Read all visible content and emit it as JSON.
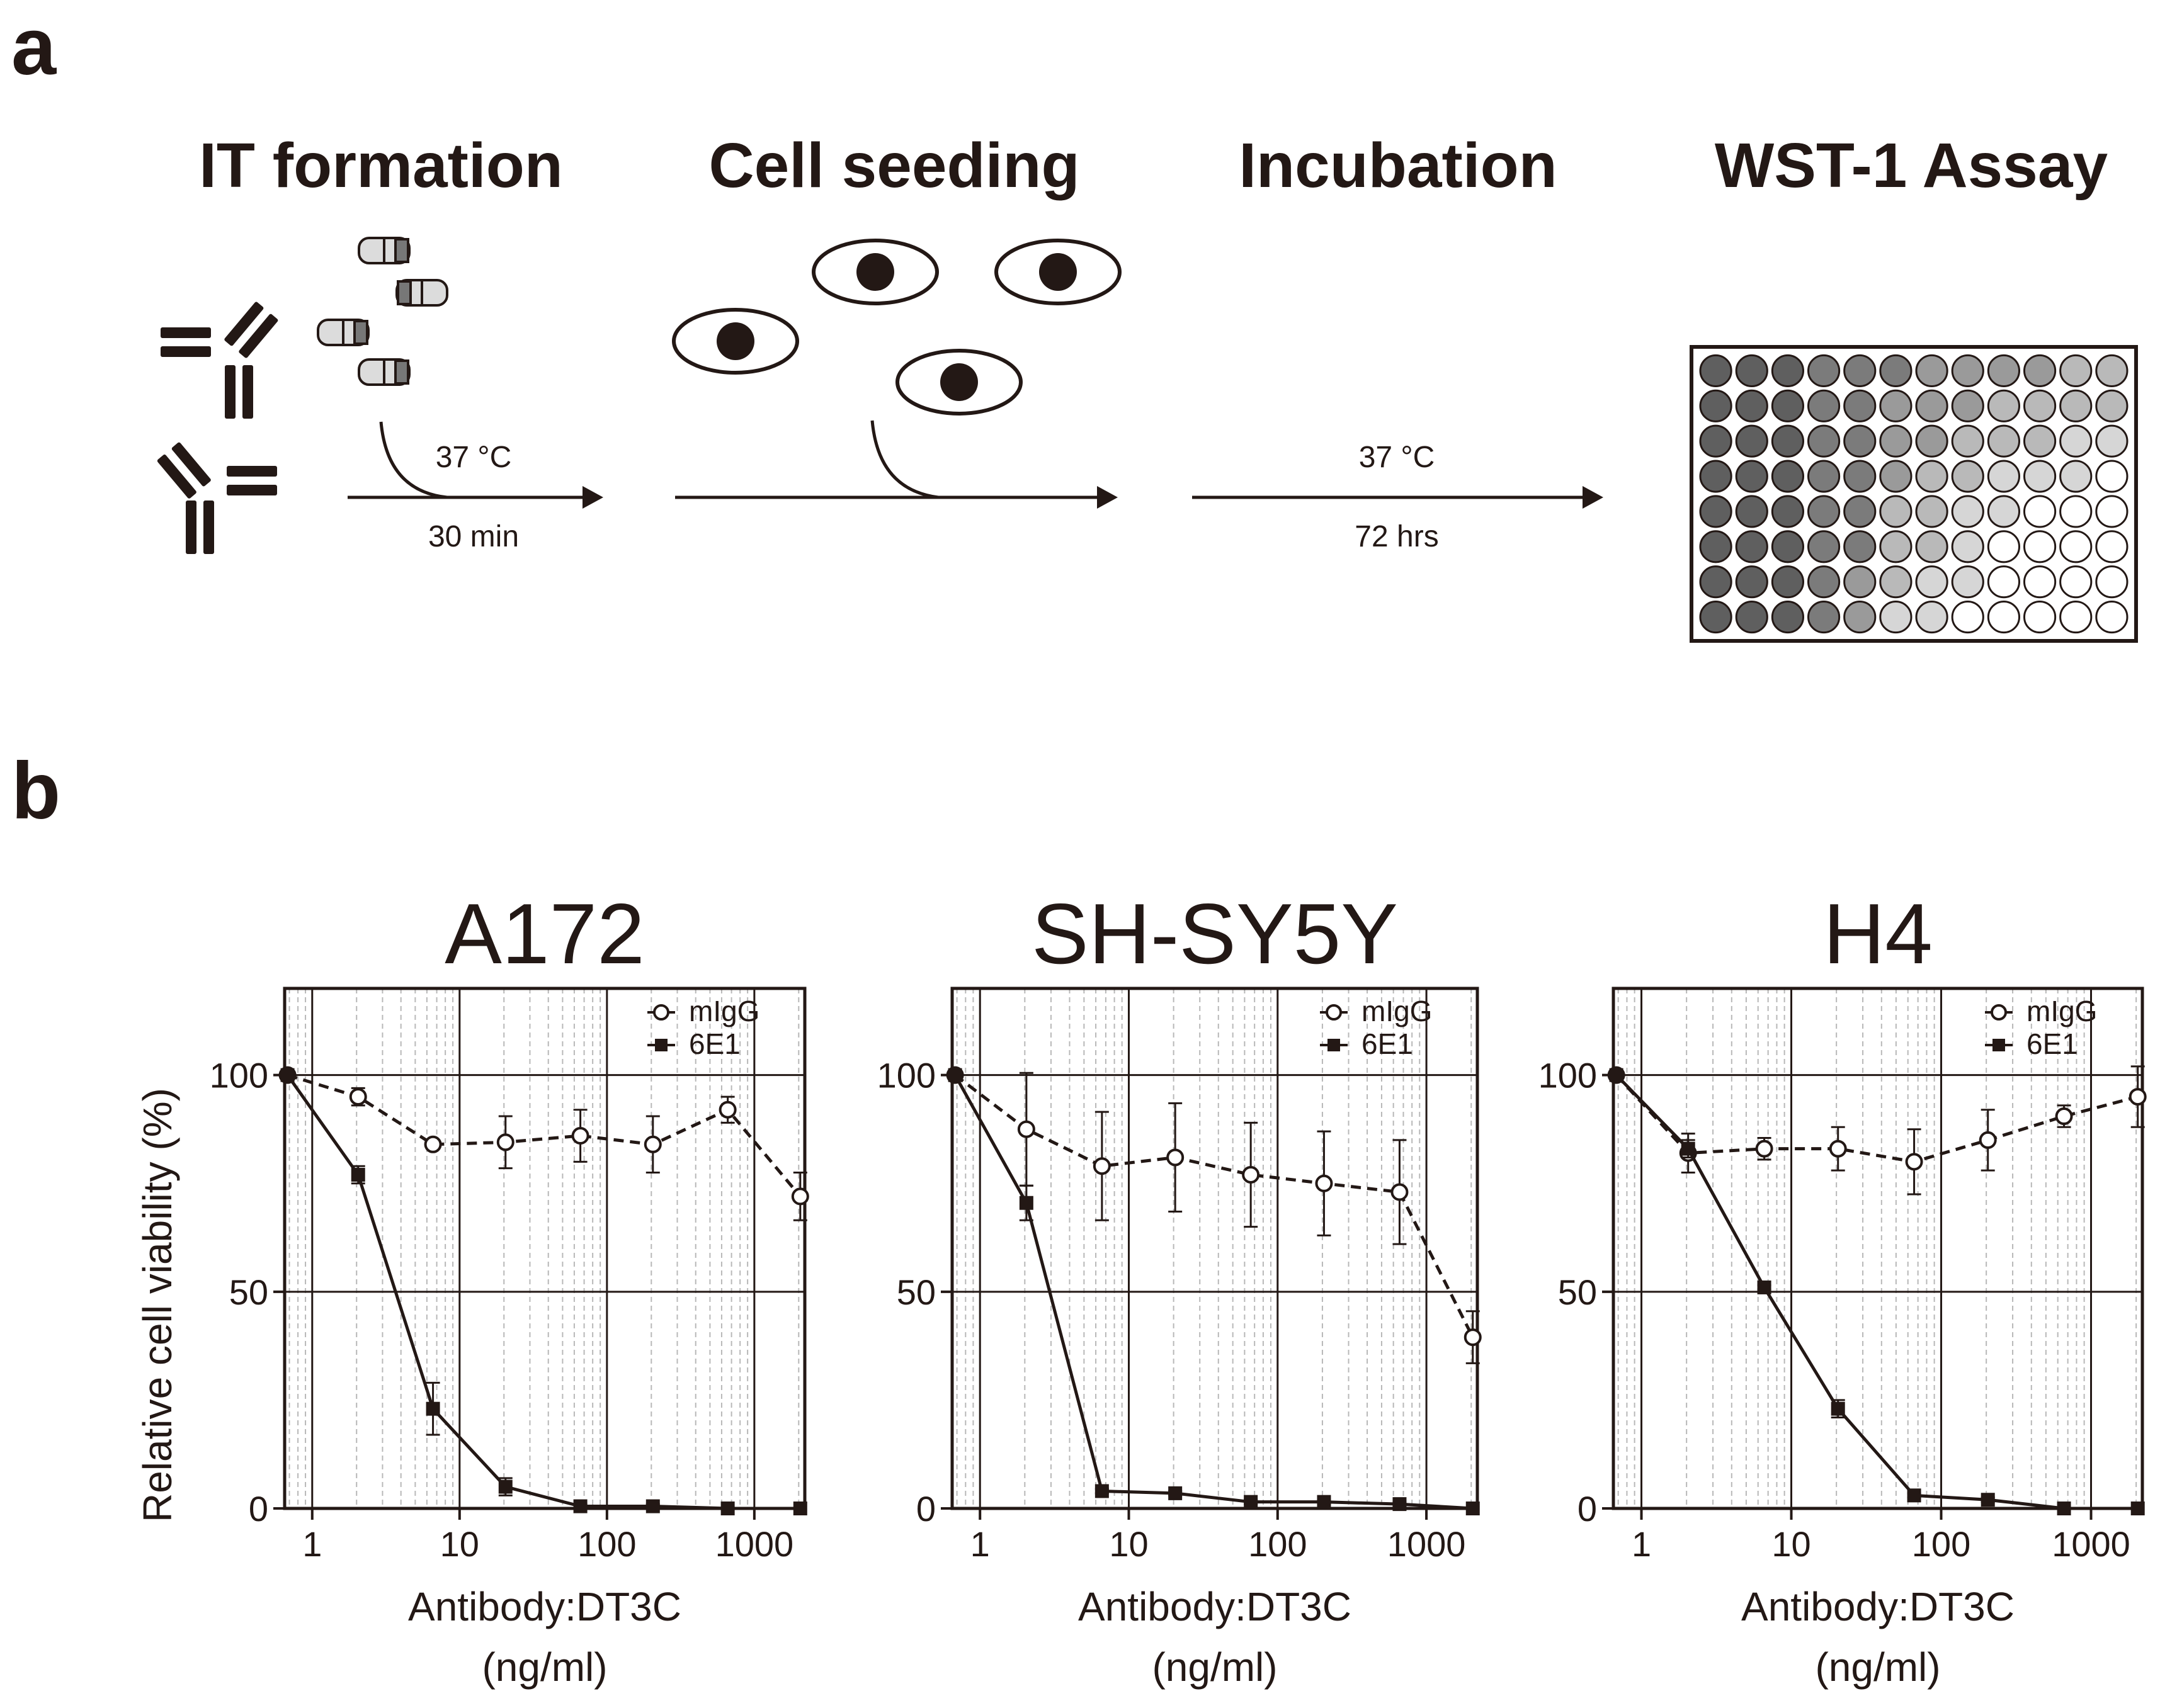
{
  "panels": {
    "a": "a",
    "b": "b"
  },
  "workflow": {
    "steps": [
      {
        "title": "IT formation"
      },
      {
        "title": "Cell seeding"
      },
      {
        "title": "Incubation"
      },
      {
        "title": "WST-1 Assay"
      }
    ],
    "arrows": [
      {
        "top": "37 °C",
        "bottom": "30 min"
      },
      {
        "top": "",
        "bottom": ""
      },
      {
        "top": "37 °C",
        "bottom": "72 hrs"
      }
    ],
    "plate": {
      "rows": 8,
      "cols": 12
    }
  },
  "chart_data": [
    {
      "type": "line",
      "title": "A172",
      "xlabel": [
        "Antibody:DT3C",
        "(ng/ml)"
      ],
      "ylabel": "Relative cell viability (%)",
      "xscale": "log",
      "xlim": [
        0.65,
        2200
      ],
      "ylim": [
        0,
        120
      ],
      "xticks": [
        1,
        10,
        100,
        1000
      ],
      "xtick_labels": [
        "1",
        "10",
        "100",
        "1000"
      ],
      "yticks": [
        0,
        50,
        100
      ],
      "ytick_labels": [
        "0",
        "50",
        "100"
      ],
      "grid": true,
      "legend_position": "top-right",
      "x": [
        0.68,
        2.05,
        6.6,
        20.5,
        66,
        205,
        660,
        2050
      ],
      "series": [
        {
          "name": "mIgG",
          "marker": "open-circle",
          "line": "dashed",
          "values": [
            100,
            95,
            84,
            84.5,
            86,
            84,
            92,
            72
          ],
          "errors": [
            0,
            2,
            1,
            6,
            6,
            6.5,
            3,
            5.5
          ]
        },
        {
          "name": "6E1",
          "marker": "filled-square",
          "line": "solid",
          "values": [
            100,
            77,
            23,
            5,
            0.5,
            0.5,
            0,
            0
          ],
          "errors": [
            0,
            2,
            6,
            2,
            0.5,
            0.5,
            0,
            0
          ]
        }
      ]
    },
    {
      "type": "line",
      "title": "SH-SY5Y",
      "xlabel": [
        "Antibody:DT3C",
        "(ng/ml)"
      ],
      "ylabel": "",
      "xscale": "log",
      "xlim": [
        0.65,
        2200
      ],
      "ylim": [
        0,
        120
      ],
      "xticks": [
        1,
        10,
        100,
        1000
      ],
      "xtick_labels": [
        "1",
        "10",
        "100",
        "1000"
      ],
      "yticks": [
        0,
        50,
        100
      ],
      "ytick_labels": [
        "0",
        "50",
        "100"
      ],
      "grid": true,
      "legend_position": "top-right",
      "x": [
        0.68,
        2.05,
        6.6,
        20.5,
        66,
        205,
        660,
        2050
      ],
      "series": [
        {
          "name": "mIgG",
          "marker": "open-circle",
          "line": "dashed",
          "values": [
            100,
            87.5,
            79,
            81,
            77,
            75,
            73,
            39.5
          ],
          "errors": [
            0,
            13,
            12.5,
            12.5,
            12,
            12,
            12,
            6
          ]
        },
        {
          "name": "6E1",
          "marker": "filled-square",
          "line": "solid",
          "values": [
            100,
            70.5,
            4,
            3.5,
            1.5,
            1.5,
            1,
            0
          ],
          "errors": [
            0,
            4,
            0.5,
            0.5,
            0.5,
            0.5,
            0.5,
            0
          ]
        }
      ]
    },
    {
      "type": "line",
      "title": "H4",
      "xlabel": [
        "Antibody:DT3C",
        "(ng/ml)"
      ],
      "ylabel": "",
      "xscale": "log",
      "xlim": [
        0.65,
        2200
      ],
      "ylim": [
        0,
        120
      ],
      "xticks": [
        1,
        10,
        100,
        1000
      ],
      "xtick_labels": [
        "1",
        "10",
        "100",
        "1000"
      ],
      "yticks": [
        0,
        50,
        100
      ],
      "ytick_labels": [
        "0",
        "50",
        "100"
      ],
      "grid": true,
      "legend_position": "top-right",
      "x": [
        0.68,
        2.05,
        6.6,
        20.5,
        66,
        205,
        660,
        2050
      ],
      "series": [
        {
          "name": "mIgG",
          "marker": "open-circle",
          "line": "dashed",
          "values": [
            100,
            82,
            83,
            83,
            80,
            85,
            90.5,
            95
          ],
          "errors": [
            0,
            4.5,
            2.5,
            5,
            7.5,
            7,
            2.5,
            7
          ]
        },
        {
          "name": "6E1",
          "marker": "filled-square",
          "line": "solid",
          "values": [
            100,
            83,
            51,
            23,
            3,
            2,
            0,
            0
          ],
          "errors": [
            0,
            2,
            0.5,
            2,
            0.5,
            0.5,
            0,
            0
          ]
        }
      ]
    }
  ]
}
